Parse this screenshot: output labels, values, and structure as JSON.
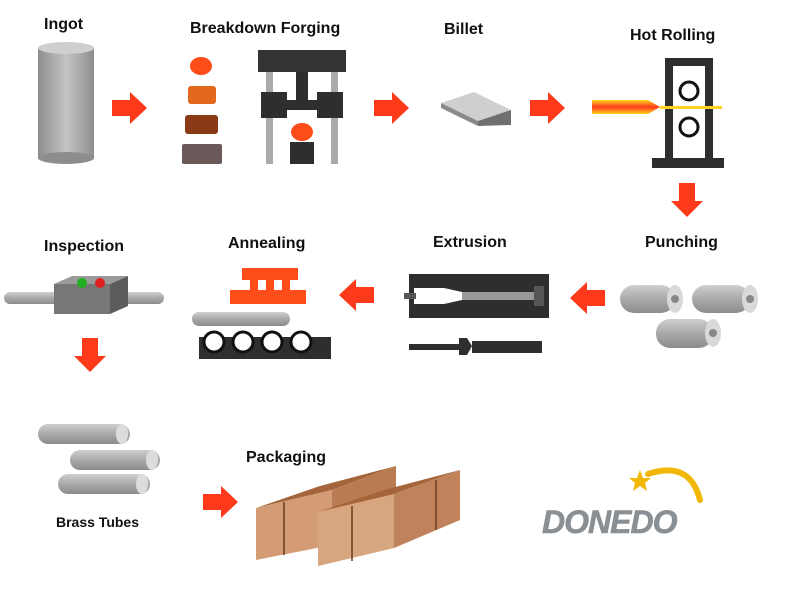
{
  "steps": {
    "ingot": "Ingot",
    "breakdown_forging": "Breakdown Forging",
    "billet": "Billet",
    "hot_rolling": "Hot Rolling",
    "punching": "Punching",
    "extrusion": "Extrusion",
    "annealing": "Annealing",
    "inspection": "Inspection",
    "brass_tubes": "Brass Tubes",
    "packaging": "Packaging"
  },
  "logo": {
    "text": "DONEDO"
  },
  "colors": {
    "arrow": "#ff3a1a",
    "steel": "#a6a6a6",
    "dark": "#2e2e2e",
    "orange": "#ff4d1a",
    "wood": "#c98a5a",
    "logo_gray": "#8a8f94",
    "logo_yellow": "#f2b705"
  }
}
